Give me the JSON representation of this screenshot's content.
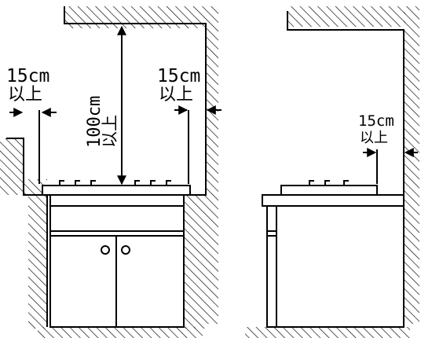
{
  "front_view": {
    "left_clearance": {
      "value": "15cm",
      "qualifier": "以上"
    },
    "right_clearance": {
      "value": "15cm",
      "qualifier": "以上"
    },
    "top_clearance": {
      "value": "100cm",
      "qualifier": "以上"
    }
  },
  "side_view": {
    "back_clearance": {
      "value": "15cm",
      "qualifier": "以上"
    }
  },
  "colors": {
    "line": "#000000",
    "background": "#ffffff"
  }
}
